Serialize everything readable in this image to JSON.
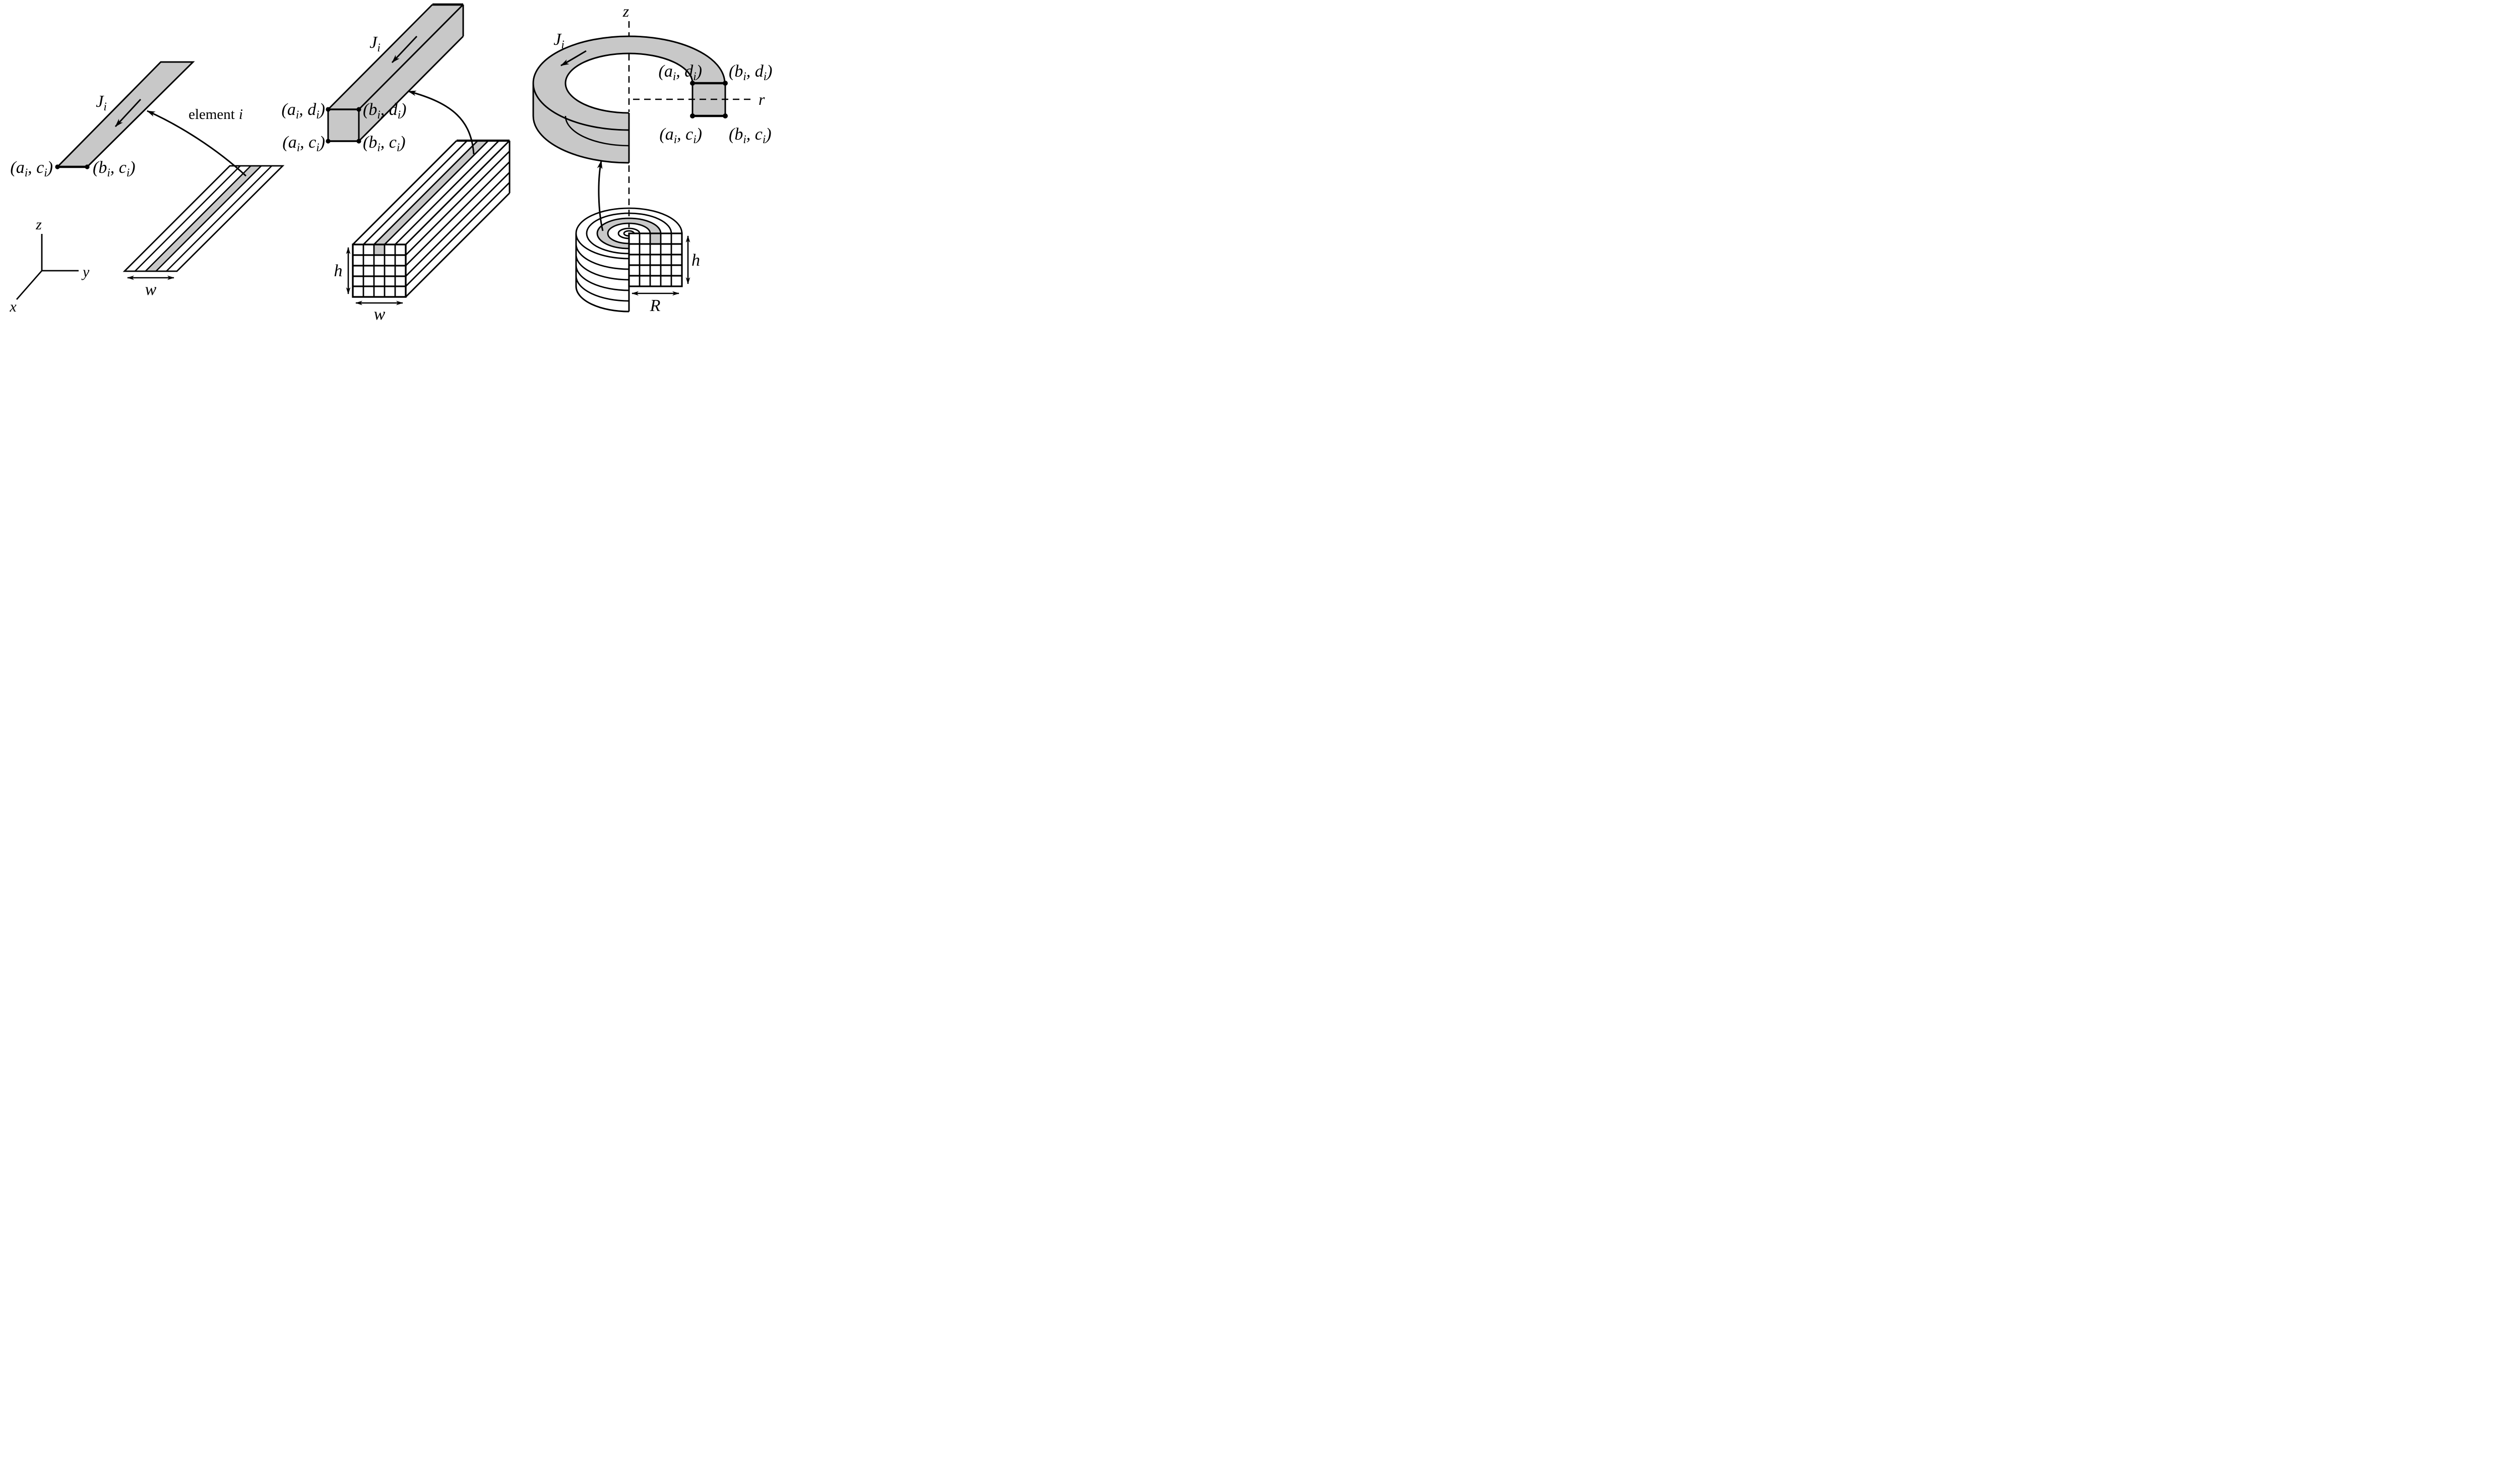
{
  "figure": {
    "background": "#ffffff",
    "shade_gray": "#c8c8c8",
    "line_black": "#000000"
  },
  "panel_flat_strip": {
    "current_density": "J_i",
    "corner_left": "(a_i, c_i)",
    "corner_right": "(b_i, c_i)",
    "annotation_word": "element",
    "annotation_index": "i",
    "width": "w",
    "axis_z": "z",
    "axis_y": "y",
    "axis_x": "x"
  },
  "panel_rect_bar": {
    "current_density": "J_i",
    "corner_top_left": "(a_i, d_i)",
    "corner_top_right": "(b_i, d_i)",
    "corner_bottom_left": "(a_i, c_i)",
    "corner_bottom_right": "(b_i, c_i)",
    "height": "h",
    "width": "w"
  },
  "panel_ring": {
    "current_density": "J_i",
    "corner_top_left": "(a_i, d_i)",
    "corner_top_right": "(b_i, d_i)",
    "corner_bottom_left": "(a_i, c_i)",
    "corner_bottom_right": "(b_i, c_i)",
    "axis_z": "z",
    "axis_r": "r",
    "height": "h",
    "radius": "R"
  }
}
